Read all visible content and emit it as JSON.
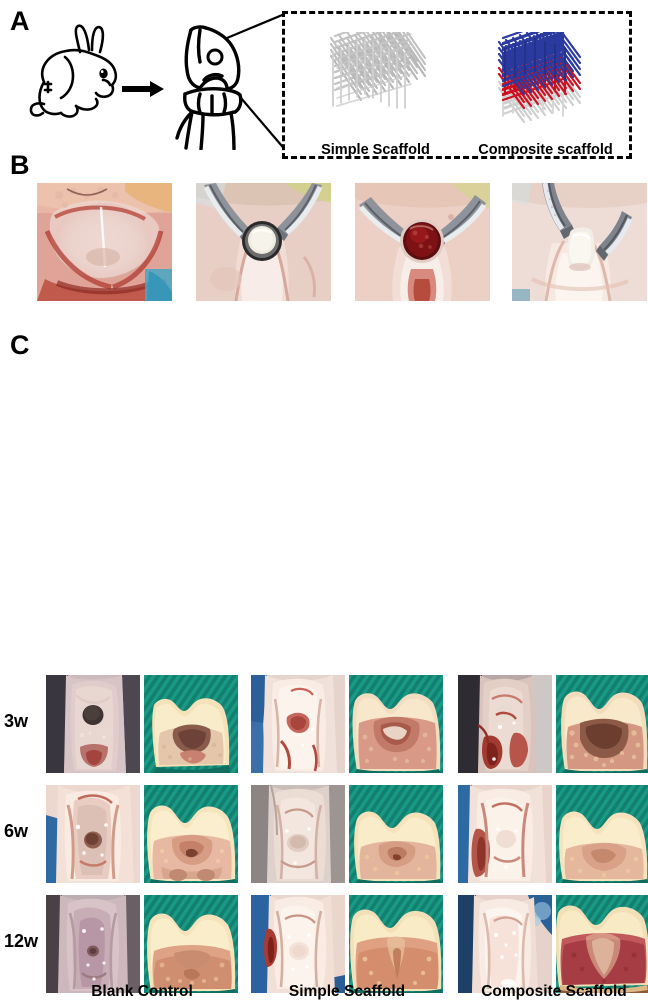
{
  "figure": {
    "type": "multi-panel scientific figure",
    "panels": [
      "A",
      "B",
      "C"
    ]
  },
  "panelA": {
    "letter": "A",
    "animal_icon": "rabbit-outline-icon",
    "arrow_icon": "right-arrow-icon",
    "joint_icon": "rabbit-knee-joint-diagram-icon",
    "defect_marker": "cartilage-defect-circle-icon",
    "scaffolds": [
      {
        "id": "simple",
        "label": "Simple Scaffold",
        "layers": [
          {
            "name": "uniform",
            "color": "#c9c9c9",
            "fraction": 1.0
          }
        ]
      },
      {
        "id": "composite",
        "label": "Composite scaffold",
        "layers": [
          {
            "name": "top",
            "color": "#2a3a9e",
            "fraction": 0.4
          },
          {
            "name": "middle",
            "color": "#d01020",
            "fraction": 0.27
          },
          {
            "name": "bottom",
            "color": "#d2d2d2",
            "fraction": 0.33
          }
        ]
      }
    ],
    "border_style": "dashed",
    "border_color": "#000000"
  },
  "panelB": {
    "letter": "B",
    "photos": [
      {
        "id": "b1",
        "caption": "exposed femoral trochlea joint surface"
      },
      {
        "id": "b2",
        "caption": "trephine drill creating osteochondral defect"
      },
      {
        "id": "b3",
        "caption": "bleeding cylindrical osteochondral defect"
      },
      {
        "id": "b4",
        "caption": "scaffold implanted into defect"
      }
    ]
  },
  "panelC": {
    "letter": "C",
    "row_labels": [
      "3w",
      "6w",
      "12w"
    ],
    "group_labels": [
      "Blank Control",
      "Simple Scaffold",
      "Composite Scaffold"
    ],
    "views": [
      "gross macroscopic view",
      "sagittal cut section"
    ],
    "drape_color": "#12806e",
    "cells": [
      {
        "row": "3w",
        "group": "Blank Control",
        "view": "gross",
        "note": "dark empty defect hole"
      },
      {
        "row": "3w",
        "group": "Blank Control",
        "view": "section",
        "note": "deep unfilled crater"
      },
      {
        "row": "3w",
        "group": "Simple Scaffold",
        "view": "gross",
        "note": "small red repair tissue"
      },
      {
        "row": "3w",
        "group": "Simple Scaffold",
        "view": "section",
        "note": "partial fibrous filling"
      },
      {
        "row": "3w",
        "group": "Composite Scaffold",
        "view": "gross",
        "note": "repair tissue with blood"
      },
      {
        "row": "3w",
        "group": "Composite Scaffold",
        "view": "section",
        "note": "granular subchondral fill"
      },
      {
        "row": "6w",
        "group": "Blank Control",
        "view": "gross",
        "note": "persistent depression"
      },
      {
        "row": "6w",
        "group": "Blank Control",
        "view": "section",
        "note": "shallow defect remains"
      },
      {
        "row": "6w",
        "group": "Simple Scaffold",
        "view": "gross",
        "note": "translucent repair tissue"
      },
      {
        "row": "6w",
        "group": "Simple Scaffold",
        "view": "section",
        "note": "partial restoration"
      },
      {
        "row": "6w",
        "group": "Composite Scaffold",
        "view": "gross",
        "note": "smoother surface"
      },
      {
        "row": "6w",
        "group": "Composite Scaffold",
        "view": "section",
        "note": "improved subchondral bone"
      },
      {
        "row": "12w",
        "group": "Blank Control",
        "view": "gross",
        "note": "residual defect visible"
      },
      {
        "row": "12w",
        "group": "Blank Control",
        "view": "section",
        "note": "incomplete repair"
      },
      {
        "row": "12w",
        "group": "Simple Scaffold",
        "view": "gross",
        "note": "near level surface"
      },
      {
        "row": "12w",
        "group": "Simple Scaffold",
        "view": "section",
        "note": "moderate bone fill"
      },
      {
        "row": "12w",
        "group": "Composite Scaffold",
        "view": "gross",
        "note": "smooth glossy cartilage"
      },
      {
        "row": "12w",
        "group": "Composite Scaffold",
        "view": "section",
        "note": "dense regenerated bone"
      }
    ]
  }
}
